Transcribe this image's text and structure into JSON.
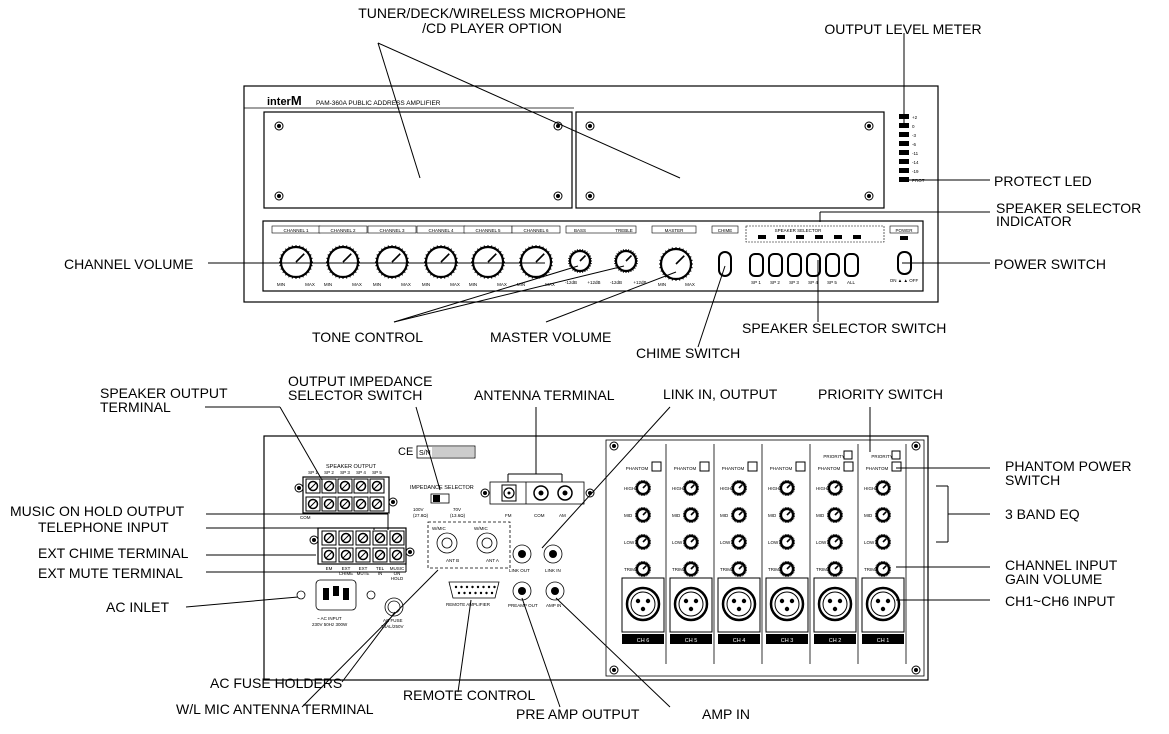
{
  "front_panel": {
    "brand": "inter",
    "brand_m": "M",
    "model": "PAM-360A PUBLIC ADDRESS AMPLIFIER",
    "channels": [
      "CHANNEL 1",
      "CHANNEL 2",
      "CHANNEL 3",
      "CHANNEL 4",
      "CHANNEL 5",
      "CHANNEL 6"
    ],
    "min_label": "MIN",
    "max_label": "MAX",
    "bass_label": "BASS",
    "treble_label": "TREBLE",
    "tone_min": "-12dB",
    "tone_max": "+12dB",
    "master_label": "MASTER",
    "chime_label": "CHIME",
    "speaker_selector_label": "SPEAKER SELECTOR",
    "speaker_buttons": [
      "SP 1",
      "SP 2",
      "SP 3",
      "SP 4",
      "SP 5",
      "ALL"
    ],
    "power_label": "POWER",
    "power_on_off": "ON ▲  ▲ OFF",
    "meter_levels": [
      "+2",
      "0",
      "-3",
      "-6",
      "-11",
      "-14",
      "-19",
      "PROT"
    ]
  },
  "rear_panel": {
    "ce_mark": "CE",
    "sn_label": "S/N",
    "speaker_output_title": "SPEAKER OUTPUT",
    "speaker_output_channels": [
      "SP 1",
      "SP 2",
      "SP 3",
      "SP 4",
      "SP 5"
    ],
    "com_label": "COM",
    "impedance_title": "IMPEDANCE SELECTOR",
    "imp_100v": "100V",
    "imp_100v_ohm": "(27.8Ω)",
    "imp_70v": "70V",
    "imp_70v_ohm": "(13.6Ω)",
    "antenna_fm": "FM",
    "antenna_com": "COM",
    "antenna_am": "AM",
    "wmic_label": "W/MIC",
    "ant_b": "ANT B",
    "ant_a": "ANT A",
    "terminal_labels": [
      "EM",
      "EXT CHIME",
      "EXT MUTE",
      "TEL IN",
      "MUSIC ON HOLD"
    ],
    "ac_input": "~ AC INPUT",
    "ac_input_spec": "230V 50Hz 300W",
    "ac_fuse": "AC FUSE",
    "ac_fuse_spec": "T4AL/250V",
    "link_out": "LINK OUT",
    "link_in": "LINK IN",
    "remote_label": "REMOTE AMPLIFIER",
    "preamp_out": "PREAMP OUT",
    "amp_in": "AMP IN",
    "phantom": "PHANTOM",
    "priority": "PRIORITY",
    "eq_labels": [
      "HIGH",
      "MID",
      "LOW",
      "TRIM"
    ],
    "channel_inputs": [
      "CH 6",
      "CH 5",
      "CH 4",
      "CH 3",
      "CH 2",
      "CH 1"
    ]
  },
  "callouts": {
    "tuner_option_line1": "TUNER/DECK/WIRELESS MICROPHONE",
    "tuner_option_line2": "/CD PLAYER OPTION",
    "output_level_meter": "OUTPUT LEVEL METER",
    "protect_led": "PROTECT LED",
    "speaker_selector_indicator_1": "SPEAKER SELECTOR",
    "speaker_selector_indicator_2": "INDICATOR",
    "channel_volume": "CHANNEL VOLUME",
    "power_switch": "POWER SWITCH",
    "tone_control": "TONE CONTROL",
    "master_volume": "MASTER VOLUME",
    "speaker_selector_switch": "SPEAKER SELECTOR SWITCH",
    "chime_switch": "CHIME SWITCH",
    "speaker_output_terminal_1": "SPEAKER OUTPUT",
    "speaker_output_terminal_2": "TERMINAL",
    "output_impedance_1": "OUTPUT IMPEDANCE",
    "output_impedance_2": "SELECTOR SWITCH",
    "antenna_terminal": "ANTENNA TERMINAL",
    "link_in_output": "LINK IN, OUTPUT",
    "priority_switch": "PRIORITY SWITCH",
    "music_on_hold_output": "MUSIC ON HOLD OUTPUT",
    "telephone_input": "TELEPHONE INPUT",
    "ext_chime_terminal": "EXT CHIME TERMINAL",
    "ext_mute_terminal": "EXT MUTE TERMINAL",
    "ac_inlet": "AC INLET",
    "phantom_power_1": "PHANTOM POWER",
    "phantom_power_2": "SWITCH",
    "three_band_eq": "3 BAND EQ",
    "channel_gain_1": "CHANNEL INPUT",
    "channel_gain_2": "GAIN VOLUME",
    "ch_inputs": "CH1~CH6 INPUT",
    "ac_fuse_holders": "AC FUSE HOLDERS",
    "wl_mic_antenna": "W/L MIC ANTENNA TERMINAL",
    "remote_control": "REMOTE CONTROL",
    "pre_amp_output": "PRE AMP OUTPUT",
    "amp_in": "AMP IN"
  }
}
